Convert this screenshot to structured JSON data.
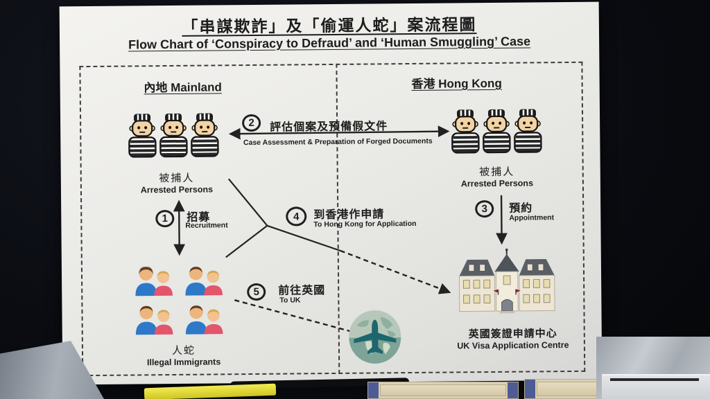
{
  "poster": {
    "title_zh": "「串謀欺詐」及「偷運人蛇」案流程圖",
    "title_en": "Flow Chart of ‘Conspiracy to Defraud’ and ‘Human Smuggling’ Case",
    "columns": {
      "left": "內地 Mainland",
      "right": "香港 Hong Kong"
    },
    "nodes": {
      "arrested_mainland": {
        "zh": "被捕人",
        "en": "Arrested Persons"
      },
      "arrested_hk": {
        "zh": "被捕人",
        "en": "Arrested Persons"
      },
      "illegal_immigrants": {
        "zh": "人蛇",
        "en": "Illegal Immigrants"
      },
      "visa_centre": {
        "zh": "英國簽證申請中心",
        "en": "UK Visa Application Centre"
      }
    },
    "steps": [
      {
        "num": "1",
        "zh": "招募",
        "en": "Recruitment"
      },
      {
        "num": "2",
        "zh": "評估個案及預備假文件",
        "en": "Case Assessment & Preparation of Forged Documents"
      },
      {
        "num": "3",
        "zh": "預約",
        "en": "Appointment"
      },
      {
        "num": "4",
        "zh": "到香港作申請",
        "en": "To Hong Kong for Application"
      },
      {
        "num": "5",
        "zh": "前往英國",
        "en": "To UK"
      }
    ],
    "icons": {
      "prisoner": "prisoner-figure-icon",
      "immigrant_pair": "immigrant-pair-icon",
      "globe_plane": "globe-airplane-icon",
      "visa_building": "visa-centre-building-icon"
    },
    "colors": {
      "poster_bg": "#ECEAE6",
      "ink": "#1D1D1D",
      "globe_teal": "#7DA496",
      "plane_teal": "#1D666E",
      "shirt_blue": "#2E78C8",
      "shirt_red": "#E2556B",
      "stage_bg": "#0B0D13"
    }
  }
}
